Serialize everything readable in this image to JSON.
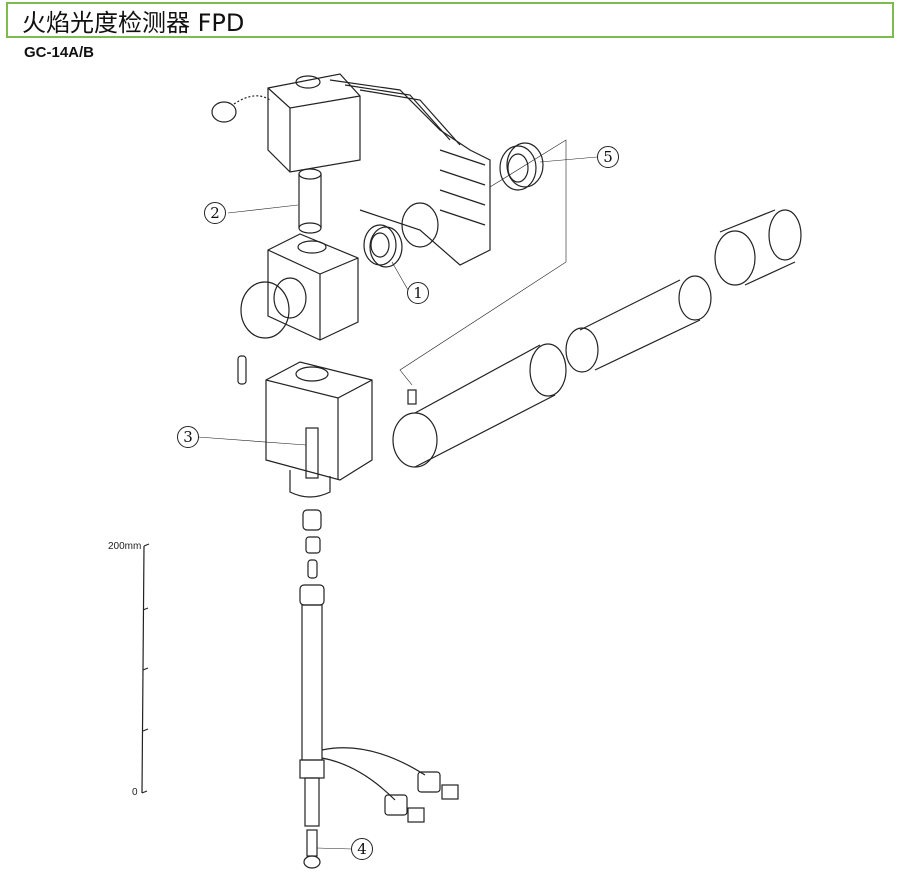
{
  "header": {
    "title": "火焰光度检测器 FPD",
    "model": "GC-14A/B"
  },
  "scale": {
    "top_label": "200mm",
    "bottom_label": "0",
    "range_mm": [
      0,
      200
    ],
    "ticks": 5
  },
  "callouts": [
    "1",
    "2",
    "3",
    "4",
    "5"
  ],
  "colors": {
    "title_border": "#7dbb4f",
    "line": "#222222"
  }
}
